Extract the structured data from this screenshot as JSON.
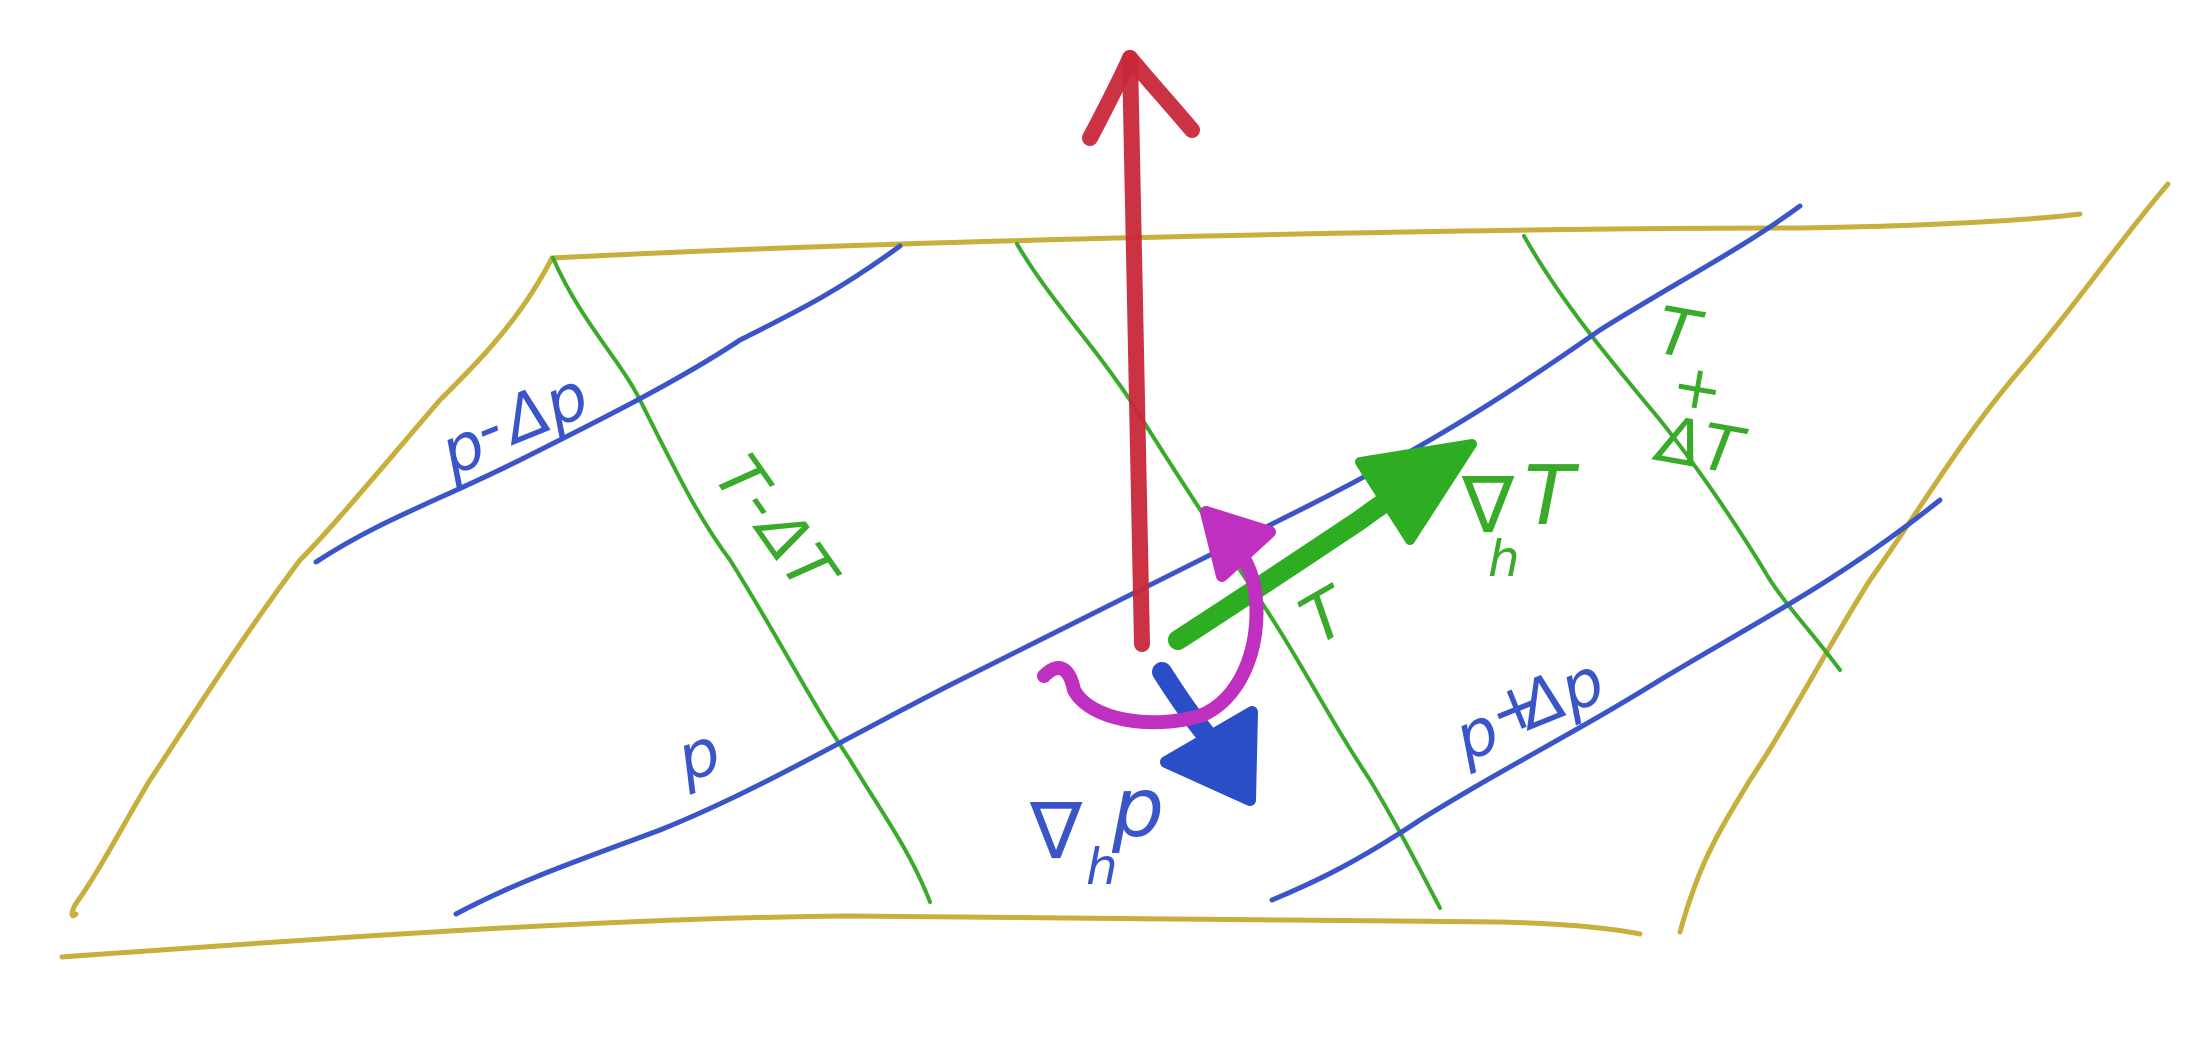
{
  "colors": {
    "plane": "#c8ae3a",
    "isobar": "#3a55c8",
    "isotherm": "#3aaa2a",
    "vertical_arrow": "#c8283a",
    "rotation_arrow": "#c030c0",
    "pressure_gradient": "#2a4ec8",
    "temperature_gradient": "#2eac22",
    "background": "#ffffff"
  },
  "isobars": {
    "p_minus": {
      "base": "p",
      "op": "-",
      "delta": "Δp"
    },
    "p": {
      "base": "p"
    },
    "p_plus": {
      "base": "p",
      "op": "+",
      "delta": "Δp"
    }
  },
  "isotherms": {
    "t_minus": {
      "base": "T",
      "op": "-",
      "delta": "ΔT"
    },
    "t": {
      "base": "T"
    },
    "t_plus": {
      "base": "T",
      "op": "+",
      "delta": "ΔT"
    }
  },
  "vectors": {
    "grad_p": {
      "nabla": "∇",
      "sub": "h",
      "var": "p"
    },
    "grad_t": {
      "nabla": "∇",
      "sub": "h",
      "var": "T"
    }
  },
  "icons": {
    "vertical_arrow": "vertical-arrow-icon",
    "rotation_arrow": "rotation-arrow-icon",
    "pressure_gradient_arrow": "pressure-gradient-arrow-icon",
    "temperature_gradient_arrow": "temperature-gradient-arrow-icon"
  }
}
